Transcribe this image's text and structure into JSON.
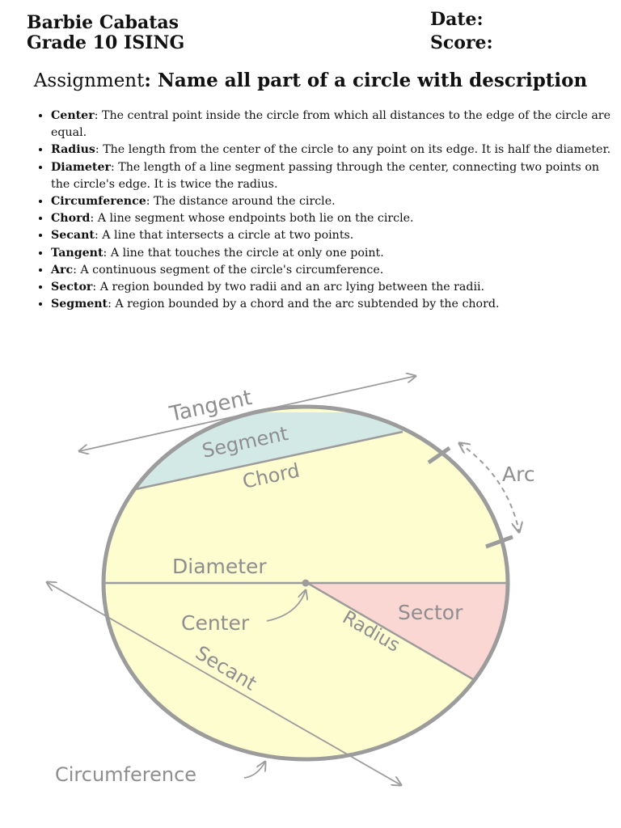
{
  "header": {
    "name": "Barbie Cabatas",
    "grade": "Grade 10 ISING",
    "date_label": "Date:",
    "score_label": "Score:"
  },
  "title": {
    "prefix": "Assignment",
    "main": ": Name  all part of a circle with description"
  },
  "definitions": [
    {
      "term": "Center",
      "text": ": The central point inside the circle from which all distances to the edge of the circle are equal."
    },
    {
      "term": "Radius",
      "text": ": The length from the center of the circle to any point on its edge. It is half the diameter."
    },
    {
      "term": "Diameter",
      "text": ": The length of a line segment passing through the center, connecting two points on the circle's edge. It is twice the radius."
    },
    {
      "term": "Circumference",
      "text": ": The distance around the circle."
    },
    {
      "term": "Chord",
      "text": ": A line segment whose endpoints both lie on the circle."
    },
    {
      "term": "Secant",
      "text": ": A line that intersects a circle at two points."
    },
    {
      "term": "Tangent",
      "text": ": A line that touches the circle at only one point."
    },
    {
      "term": "Arc",
      "text": ": A continuous segment of the circle's circumference."
    },
    {
      "term": "Sector",
      "text": ": A region bounded by two radii and an arc lying between the radii."
    },
    {
      "term": "Segment",
      "text": ": A region bounded by a chord and the arc subtended by the chord."
    }
  ],
  "diagram": {
    "labels": {
      "tangent": "Tangent",
      "segment": "Segment",
      "chord": "Chord",
      "arc": "Arc",
      "diameter": "Diameter",
      "sector": "Sector",
      "center": "Center",
      "radius": "Radius",
      "secant": "Secant",
      "circumference": "Circumference"
    },
    "colors": {
      "circle_fill": "#fdfdd0",
      "segment_fill": "#d3e9e6",
      "sector_fill": "#fbd7d4",
      "lines": "#9c9c9c",
      "labels": "#8e8e8e"
    }
  }
}
